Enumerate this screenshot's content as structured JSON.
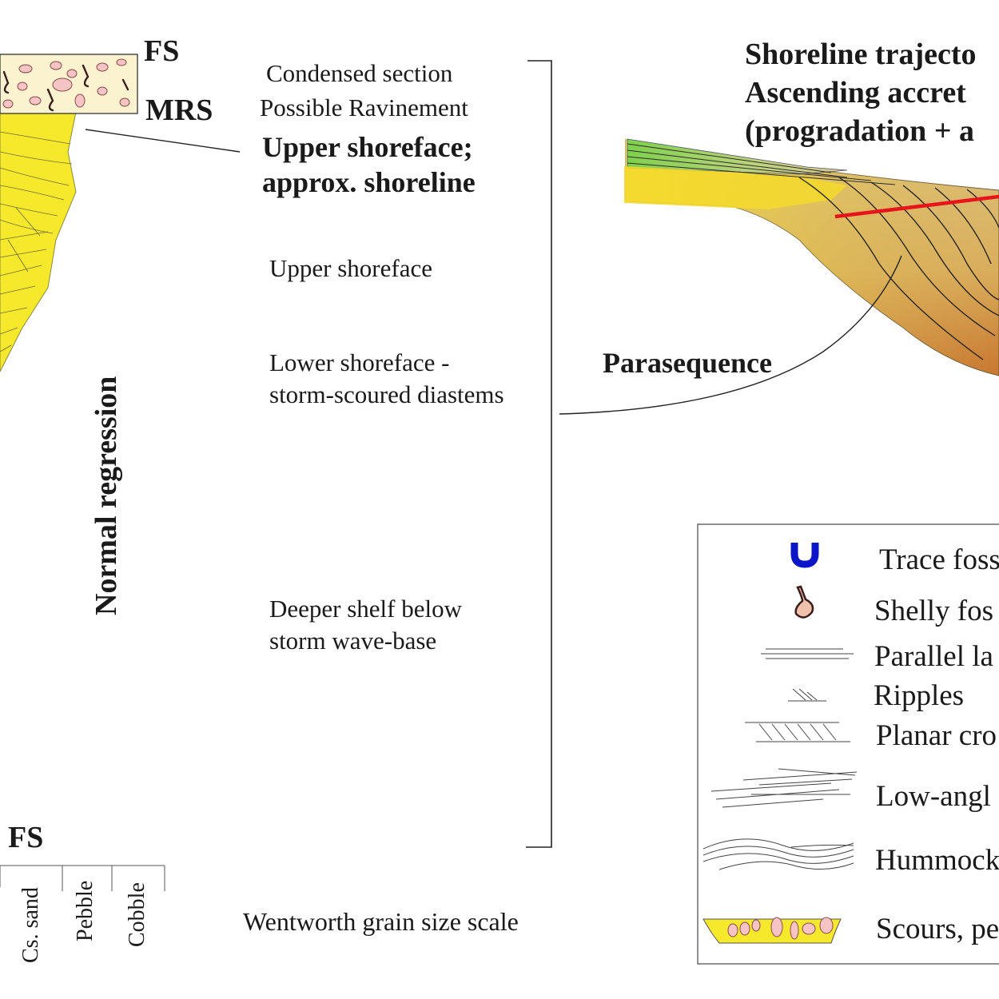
{
  "column": {
    "fs_top": "FS",
    "mrs": "MRS",
    "fs_bottom": "FS",
    "vertical_label": "Normal regression",
    "grain_sizes": [
      "Cs. sand",
      "Pebble",
      "Cobble"
    ],
    "scale_caption": "Wentworth grain size scale"
  },
  "annotations": {
    "condensed_section": "Condensed section",
    "possible_ravinement": "Possible Ravinement",
    "upper_shoreface_line1": "Upper shoreface;",
    "upper_shoreface_line2": "approx. shoreline",
    "upper_shoreface": "Upper shoreface",
    "lower_shoreface_line1": "Lower shoreface -",
    "lower_shoreface_line2": "storm-scoured diastems",
    "deeper_shelf_line1": "Deeper shelf below",
    "deeper_shelf_line2": "storm wave-base"
  },
  "trajectory": {
    "title_line1": "Shoreline trajecto",
    "title_line2": "Ascending accret",
    "title_line3": "(progradation + a",
    "parasequence_label": "Parasequence",
    "trajectory_color": "#e8141c"
  },
  "legend": {
    "items": [
      {
        "icon": "trace-fossil-icon",
        "label": "Trace foss"
      },
      {
        "icon": "shelly-fossil-icon",
        "label": "Shelly fos"
      },
      {
        "icon": "parallel-lamination-icon",
        "label": "Parallel la"
      },
      {
        "icon": "ripples-icon",
        "label": "Ripples"
      },
      {
        "icon": "planar-cross-bedding-icon",
        "label": "Planar cro"
      },
      {
        "icon": "low-angle-lamination-icon",
        "label": "Low-angl"
      },
      {
        "icon": "hummocky-cross-stratification-icon",
        "label": "Hummock"
      },
      {
        "icon": "scours-pebbles-icon",
        "label": "Scours, pe"
      }
    ]
  },
  "colors": {
    "sand": "#f6e82a",
    "conglomerate_fill": "#fbf3cf",
    "pebble": "#f6c4c4",
    "trace_fossil": "#0a16c8",
    "shelly_fossil": "#f0c2ac"
  }
}
